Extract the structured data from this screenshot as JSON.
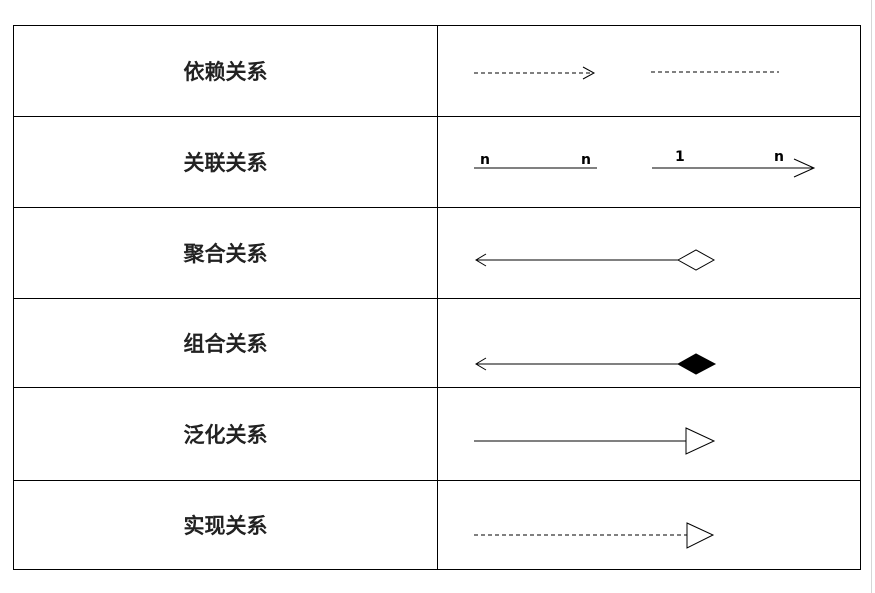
{
  "relations": [
    {
      "name": "依赖关系",
      "symbol": "dependency"
    },
    {
      "name": "关联关系",
      "symbol": "association",
      "multiplicity": {
        "left_start": "n",
        "left_end": "n",
        "right_start": "1",
        "right_end": "n"
      }
    },
    {
      "name": "聚合关系",
      "symbol": "aggregation"
    },
    {
      "name": "组合关系",
      "symbol": "composition"
    },
    {
      "name": "泛化关系",
      "symbol": "generalization"
    },
    {
      "name": "实现关系",
      "symbol": "realization"
    }
  ],
  "colors": {
    "line": "#000000",
    "text": "#222222",
    "background": "#ffffff"
  }
}
